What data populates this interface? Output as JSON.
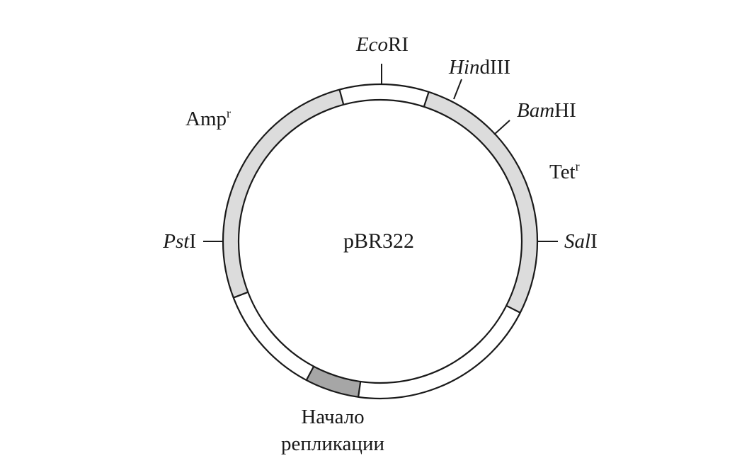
{
  "plasmid": {
    "name": "pBR322"
  },
  "sites": {
    "ecori": {
      "italic": "Eco",
      "roman": "RI"
    },
    "hindiii": {
      "italic": "Hin",
      "roman": "dIII"
    },
    "bamhi": {
      "italic": "Bam",
      "roman": "HI"
    },
    "sali": {
      "italic": "Sal",
      "roman": "I"
    },
    "psti": {
      "italic": "Pst",
      "roman": "I"
    }
  },
  "genes": {
    "amp": {
      "base": "Amp",
      "sup": "r"
    },
    "tet": {
      "base": "Tet",
      "sup": "r"
    }
  },
  "origin": {
    "line1": "Начало",
    "line2": "репликации"
  },
  "colors": {
    "ring_outline": "#1a1a1a",
    "gene_fill": "#dcdcdc",
    "origin_fill": "#a6a6a6",
    "blank_fill": "#ffffff"
  }
}
